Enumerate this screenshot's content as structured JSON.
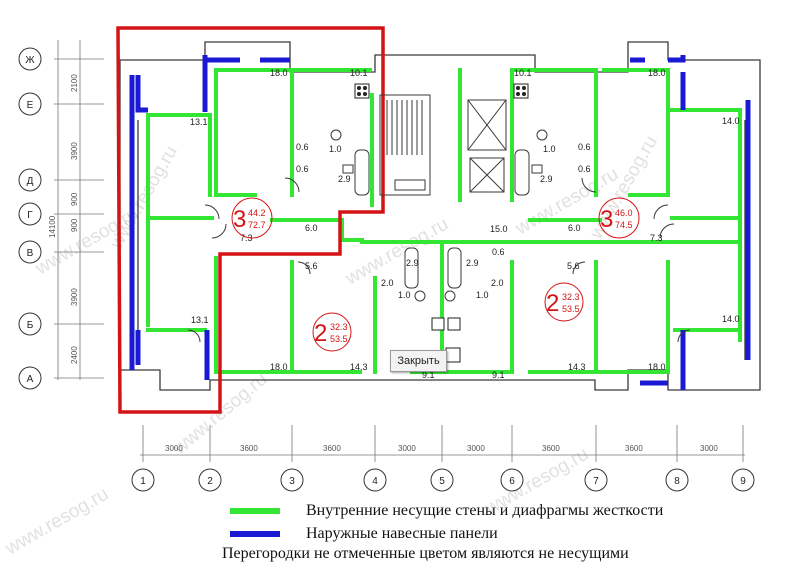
{
  "colors": {
    "load_bearing": "#33e633",
    "curtain_panel": "#1a1ad4",
    "highlight": "#d41414",
    "wall": "#3a3a3a"
  },
  "row_axes": [
    "Ж",
    "Е",
    "Д",
    "Г",
    "В",
    "Б",
    "А"
  ],
  "row_dims": [
    "2100",
    "3900",
    "900",
    "900",
    "3900",
    "2400"
  ],
  "total_dim": "14100",
  "column_axes": [
    "1",
    "2",
    "3",
    "4",
    "5",
    "6",
    "7",
    "8",
    "9"
  ],
  "column_dims": [
    "3000",
    "3600",
    "3600",
    "3000",
    "3000",
    "3600",
    "3600",
    "3000"
  ],
  "room_areas": [
    "18.0",
    "10.1",
    "10.1",
    "18.0",
    "13.1",
    "14.0",
    "1.0",
    "1.0",
    "0.6",
    "0.6",
    "0.6",
    "0.6",
    "2.9",
    "2.9",
    "7.3",
    "6.0",
    "15.0",
    "6.0",
    "7.3",
    "5.6",
    "5.6",
    "2.9",
    "2.9",
    "0.6",
    "2.0",
    "2.0",
    "1.0",
    "1.0",
    "13.1",
    "14.0",
    "18.0",
    "14.3",
    "9.1",
    "9.1",
    "14.3",
    "18.0"
  ],
  "apartments": [
    {
      "rooms": "3",
      "living": "44.2",
      "total": "72.7"
    },
    {
      "rooms": "3",
      "living": "46.0",
      "total": "74.5"
    },
    {
      "rooms": "2",
      "living": "32.3",
      "total": "53.5"
    },
    {
      "rooms": "2",
      "living": "32.3",
      "total": "53.5"
    }
  ],
  "tooltip": "Закрыть",
  "legend": {
    "load_bearing": "Внутренние несущие стены и диафрагмы жесткости",
    "curtain": "Наружные навесные панели",
    "note": "Перегородки не отмеченные цветом являются не несущими"
  },
  "watermark": "www.resog.ru"
}
